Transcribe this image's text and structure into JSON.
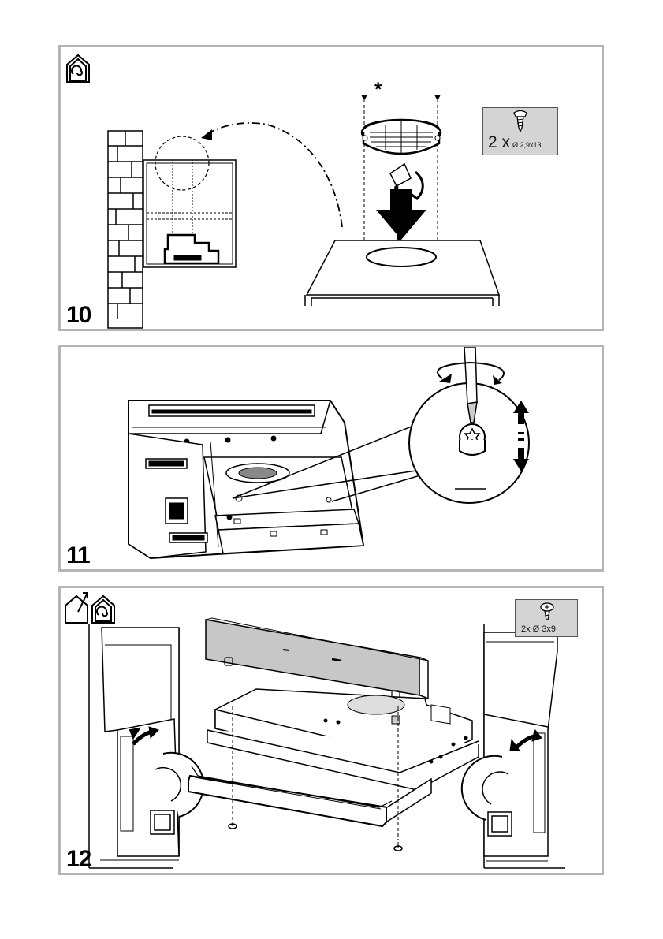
{
  "steps": {
    "s10": {
      "number": "10",
      "star": "*",
      "part_qty": "2 x",
      "part_size": "Ø 2,9x13"
    },
    "s11": {
      "number": "11"
    },
    "s12": {
      "number": "12",
      "part_label": "2x Ø 3x9"
    }
  },
  "icons": [
    "house-recirculation-icon",
    "house-exhaust-icon",
    "screw-icon"
  ]
}
